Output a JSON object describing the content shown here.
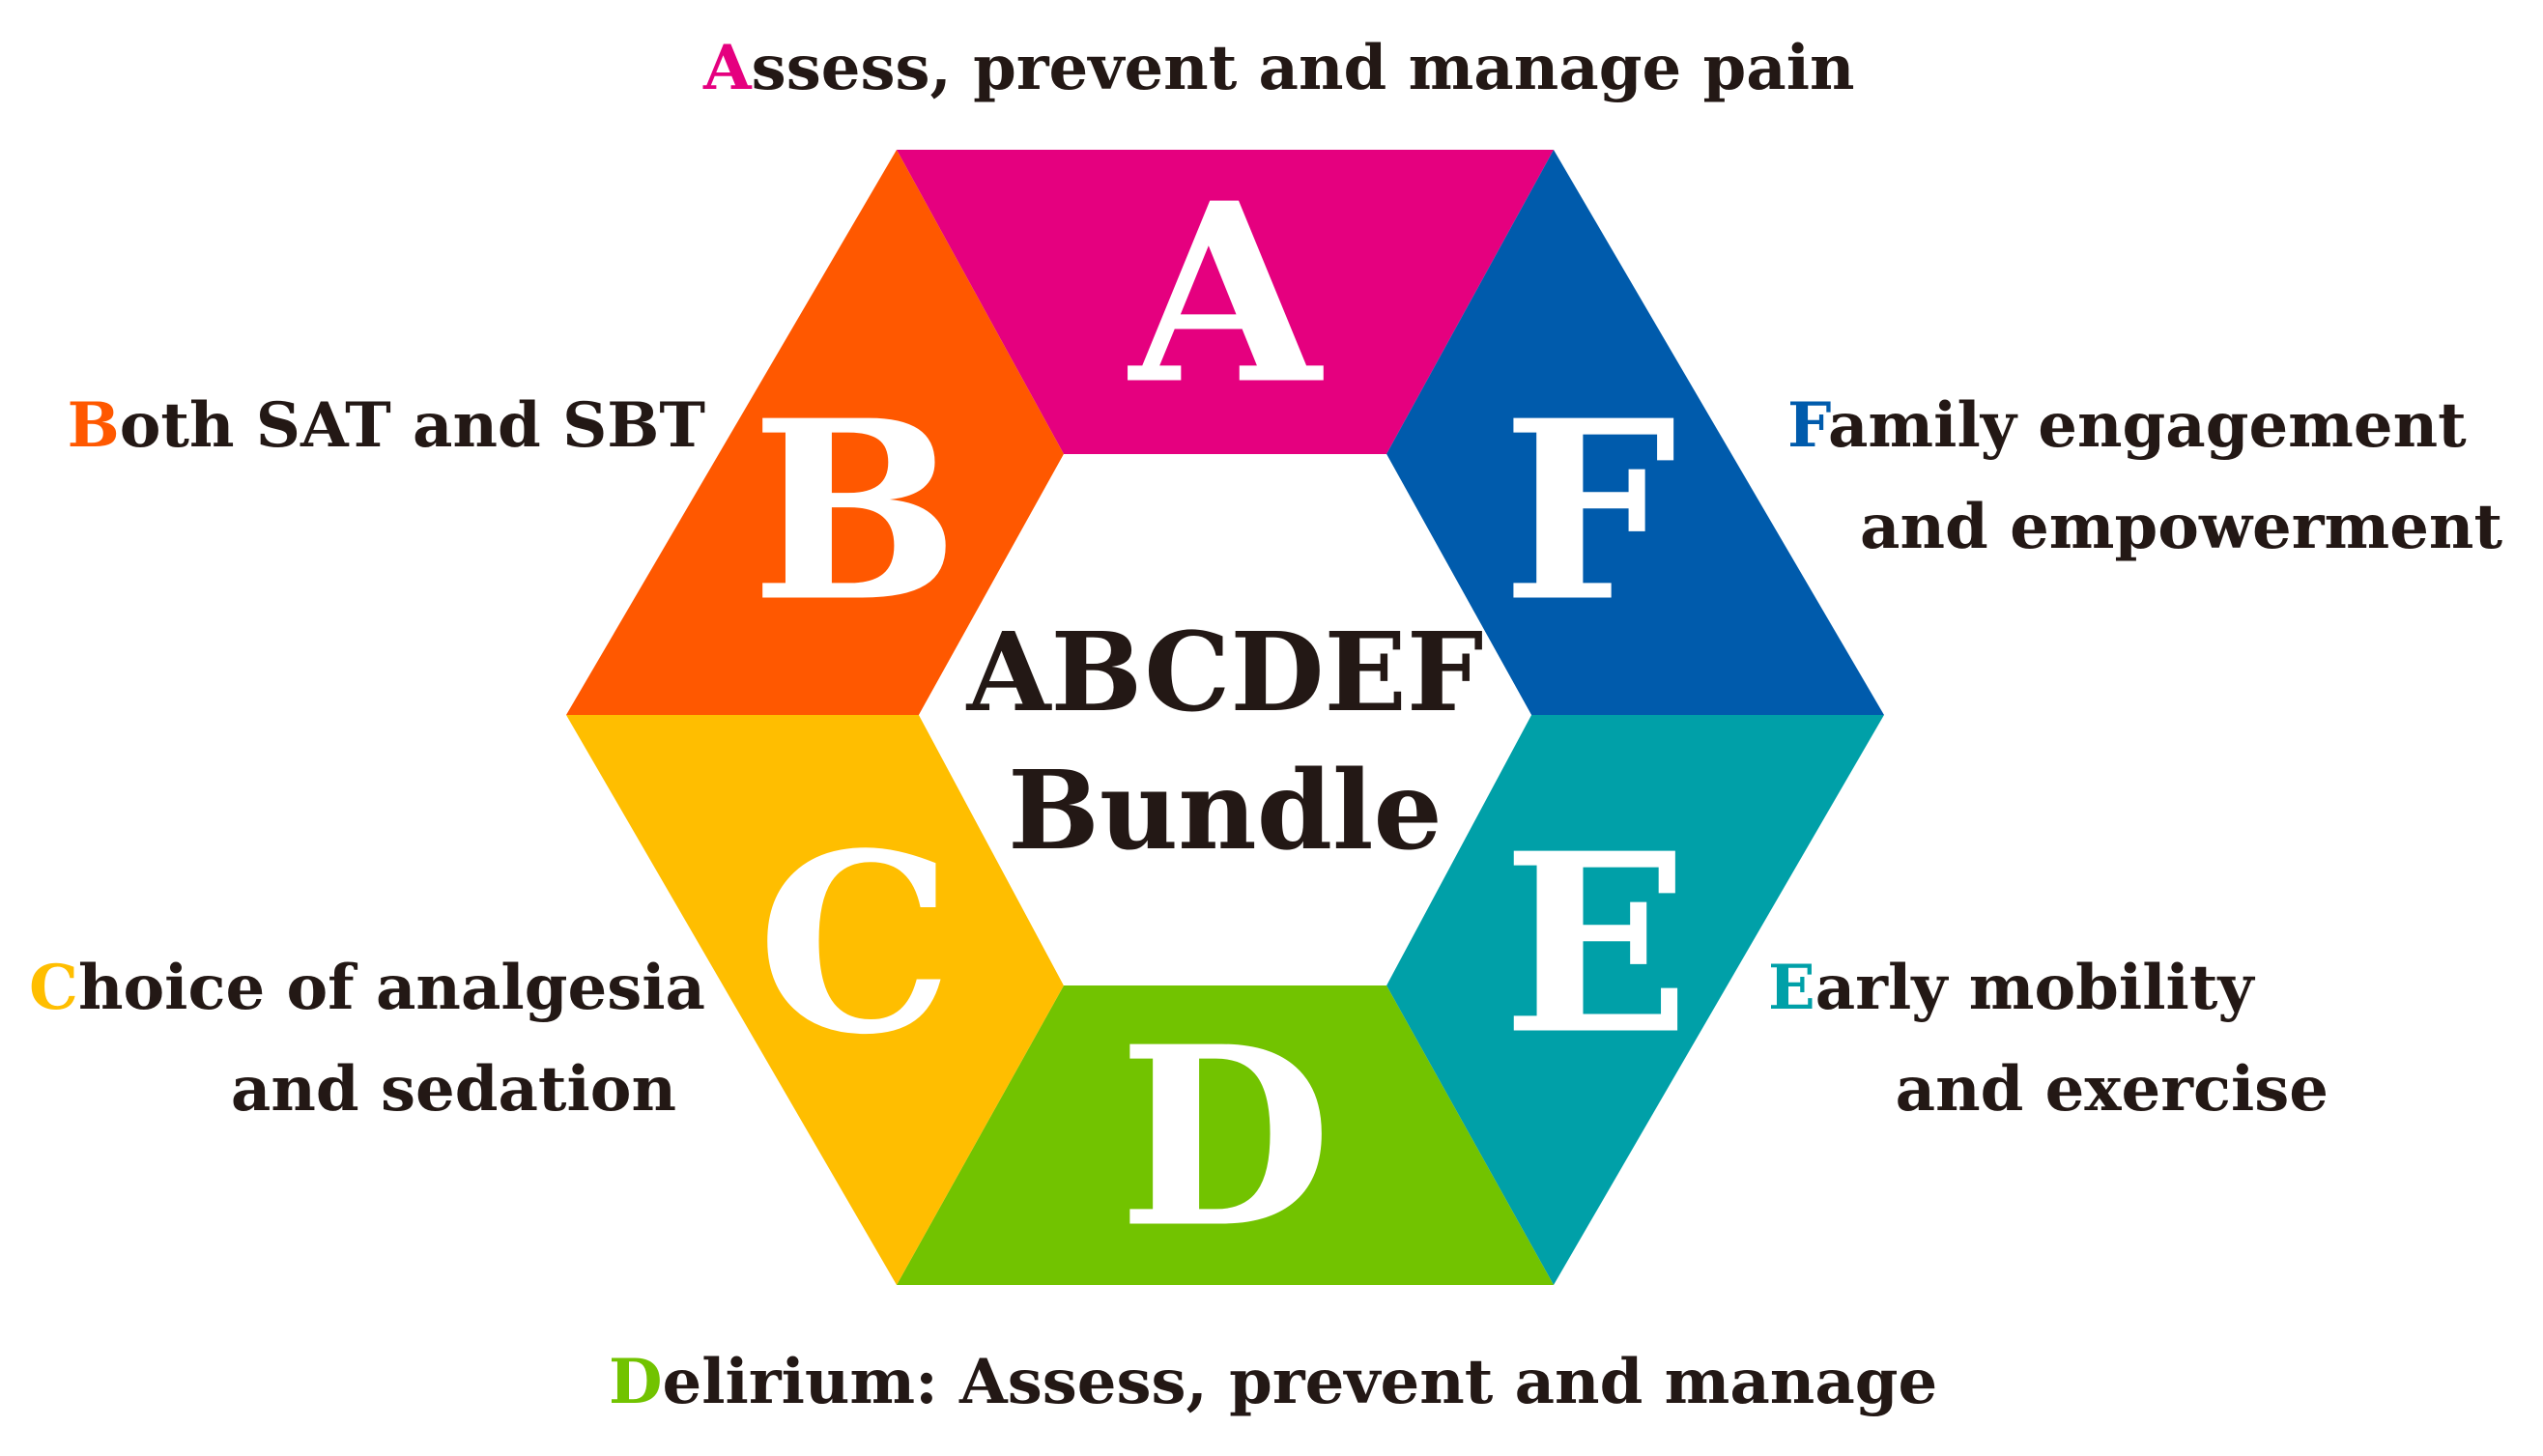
{
  "center": {
    "line1": "ABCDEF",
    "line2": "Bundle"
  },
  "segments": [
    {
      "letter": "A",
      "color": "#E5007F",
      "label_initial": "A",
      "label_rest": "ssess, prevent and manage pain",
      "label_rest_line2": ""
    },
    {
      "letter": "B",
      "color": "#FF5800",
      "label_initial": "B",
      "label_rest": "oth SAT and SBT",
      "label_rest_line2": ""
    },
    {
      "letter": "C",
      "color": "#FFBE00",
      "label_initial": "C",
      "label_rest": "hoice of analgesia",
      "label_rest_line2": "and sedation"
    },
    {
      "letter": "D",
      "color": "#72C300",
      "label_initial": "D",
      "label_rest": "elirium: Assess, prevent and manage",
      "label_rest_line2": ""
    },
    {
      "letter": "E",
      "color": "#00A0A8",
      "label_initial": "E",
      "label_rest": "arly mobility",
      "label_rest_line2": "and exercise"
    },
    {
      "letter": "F",
      "color": "#005BAC",
      "label_initial": "F",
      "label_rest": "amily engagement",
      "label_rest_line2": "and empowerment"
    }
  ]
}
